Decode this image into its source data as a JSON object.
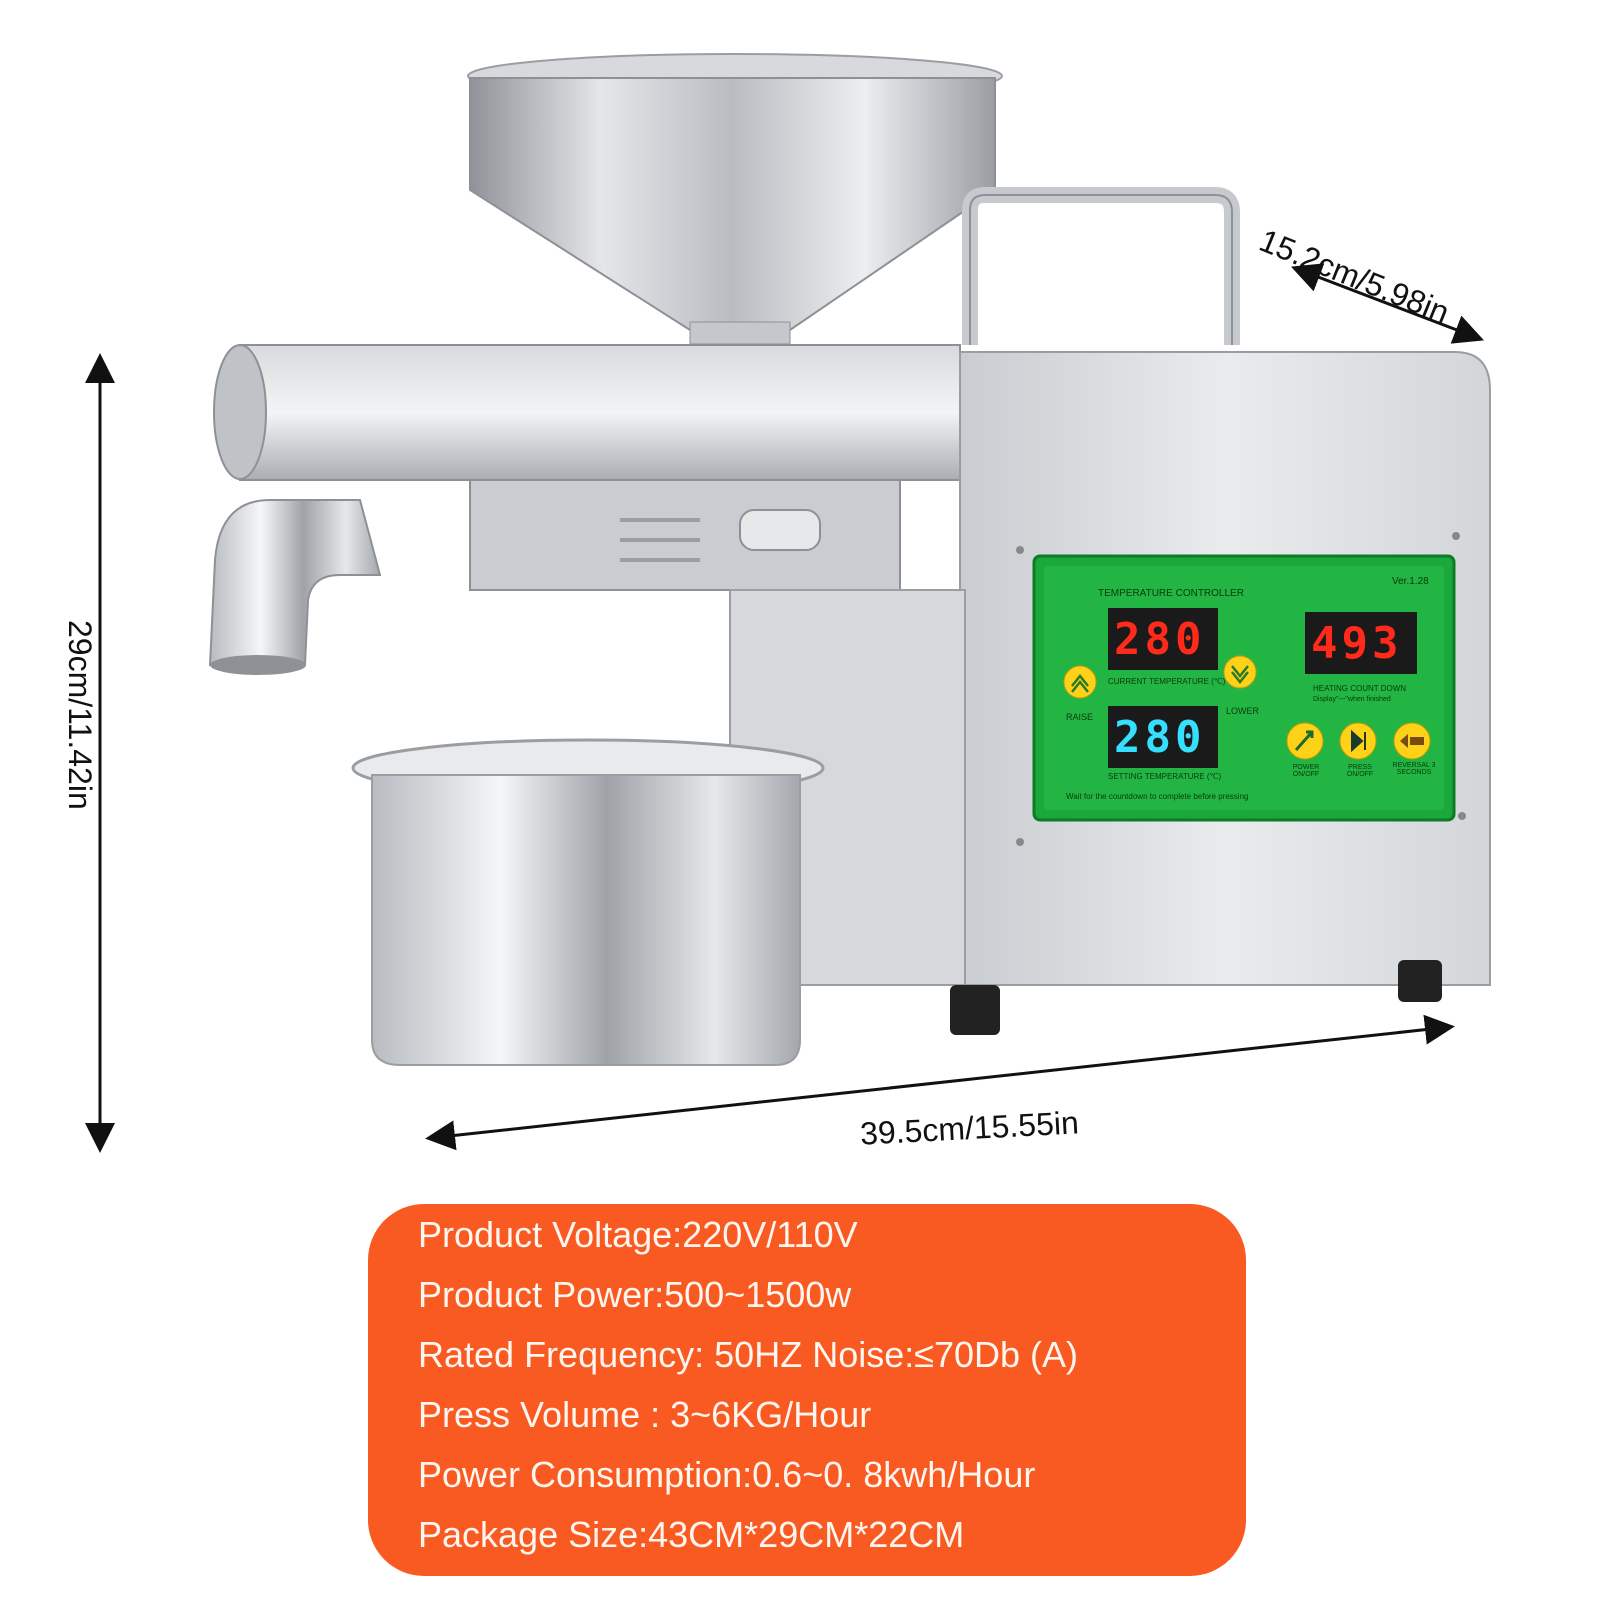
{
  "dimensions": {
    "width": "39.5cm/15.55in",
    "depth": "15.2cm/5.98in",
    "height": "29cm/11.42in"
  },
  "control_panel": {
    "title": "TEMPERATURE CONTROLLER",
    "version": "Ver.1.28",
    "current_temp": "280",
    "current_temp_label": "CURRENT TEMPERATURE (℃)",
    "setting_temp": "280",
    "setting_temp_label": "SETTING TEMPERATURE (℃)",
    "countdown": "493",
    "countdown_label": "HEATING COUNT DOWN",
    "countdown_note": "Display\"---\"when finished",
    "raise_label": "RAISE",
    "lower_label": "LOWER",
    "power_label": "POWER ON/OFF",
    "press_label": "PRESS ON/OFF",
    "reversal_label": "REVERSAL 3 SECONDS",
    "footer_note": "Wait for the countdown to complete before pressing"
  },
  "specs": [
    "Product Voltage:220V/110V",
    "Product Power:500~1500w",
    "Rated Frequency: 50HZ  Noise:≤70Db (A)",
    "Press Volume : 3~6KG/Hour",
    "Power Consumption:0.6~0. 8kwh/Hour",
    "Package Size:43CM*29CM*22CM"
  ],
  "colors": {
    "spec_box": "#f95a22",
    "panel_green": "#1aa83a",
    "display_red": "#ff2a1a",
    "display_cyan": "#35e0ff",
    "button_yellow": "#ffd21a"
  }
}
